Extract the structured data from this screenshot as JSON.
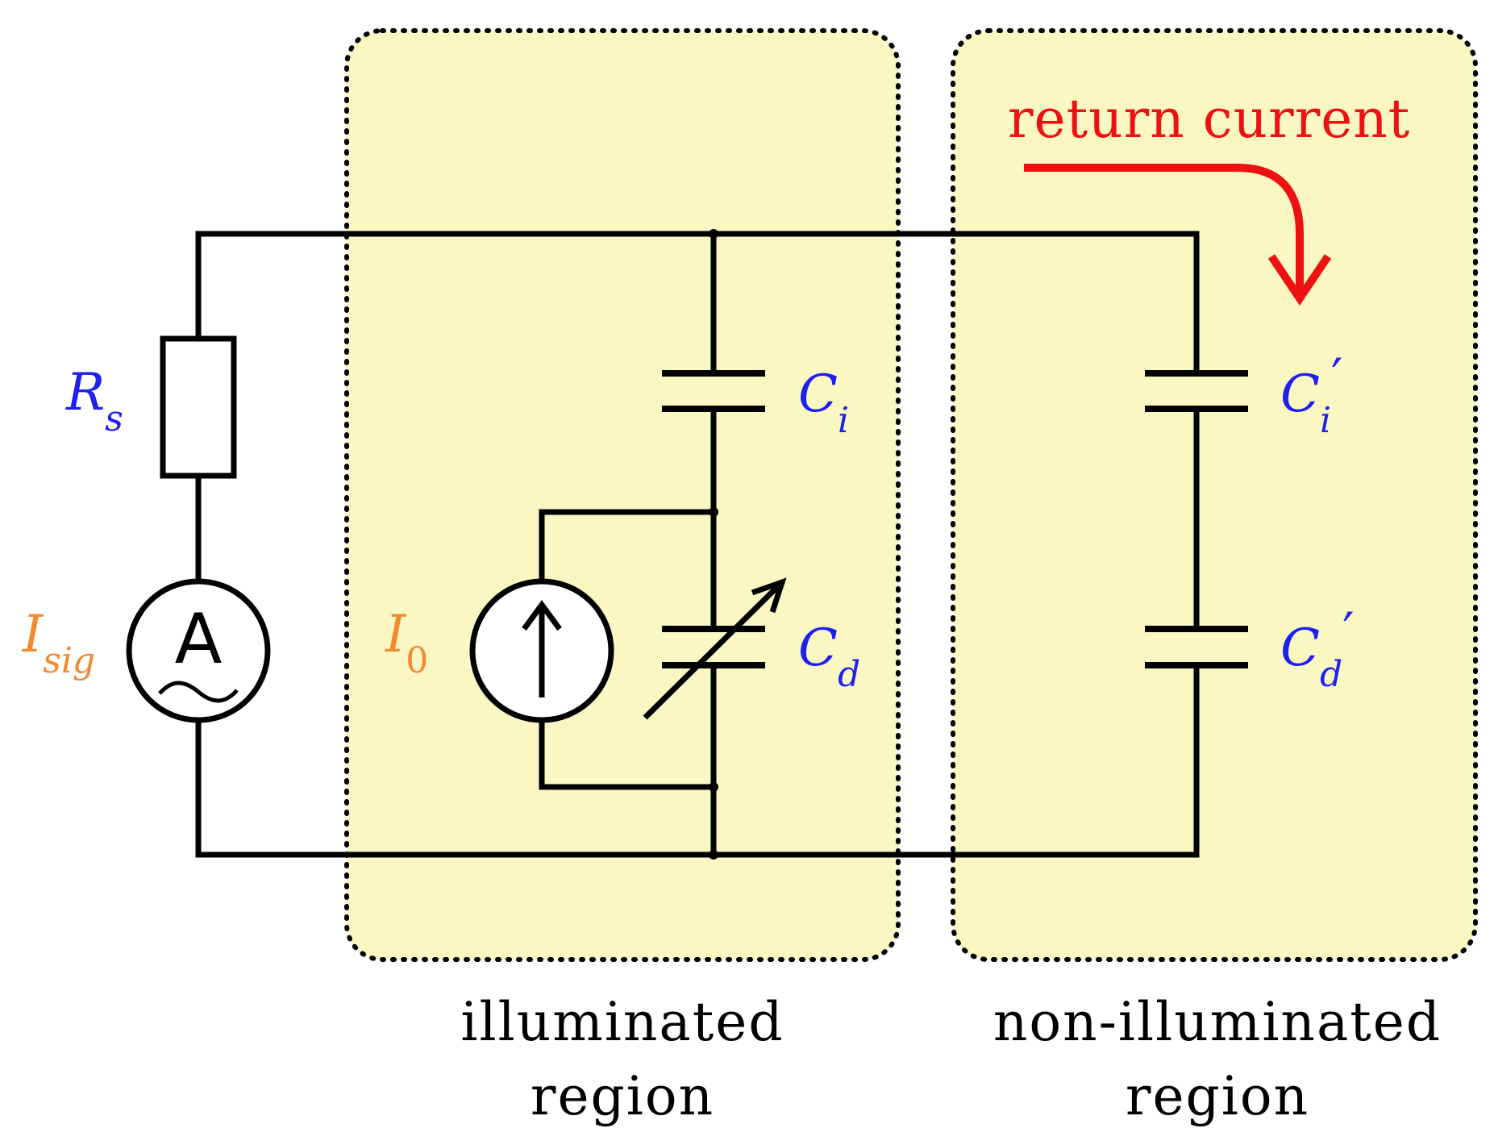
{
  "colors": {
    "component_label": "#1f1ff0",
    "source_label": "#f28a30",
    "return_current": "#ee1111",
    "region_fill": "#fbf7c3",
    "wire": "#000000"
  },
  "components": {
    "series_resistor": {
      "symbol": "R",
      "sub": "s"
    },
    "ammeter": {
      "letter": "A",
      "symbol": "I",
      "sub": "sig"
    },
    "current_source": {
      "symbol": "I",
      "sub": "0"
    },
    "insulator_cap_lit": {
      "symbol": "C",
      "sub": "i"
    },
    "depletion_cap_lit": {
      "symbol": "C",
      "sub": "d"
    },
    "insulator_cap_dark": {
      "symbol": "C",
      "sub": "i",
      "prime": "′"
    },
    "depletion_cap_dark": {
      "symbol": "C",
      "sub": "d",
      "prime": "′"
    }
  },
  "regions": {
    "illuminated": {
      "line1": "illuminated",
      "line2": "region"
    },
    "non_illuminated": {
      "line1": "non-illuminated",
      "line2": "region"
    }
  },
  "return_current": {
    "label": "return current"
  }
}
